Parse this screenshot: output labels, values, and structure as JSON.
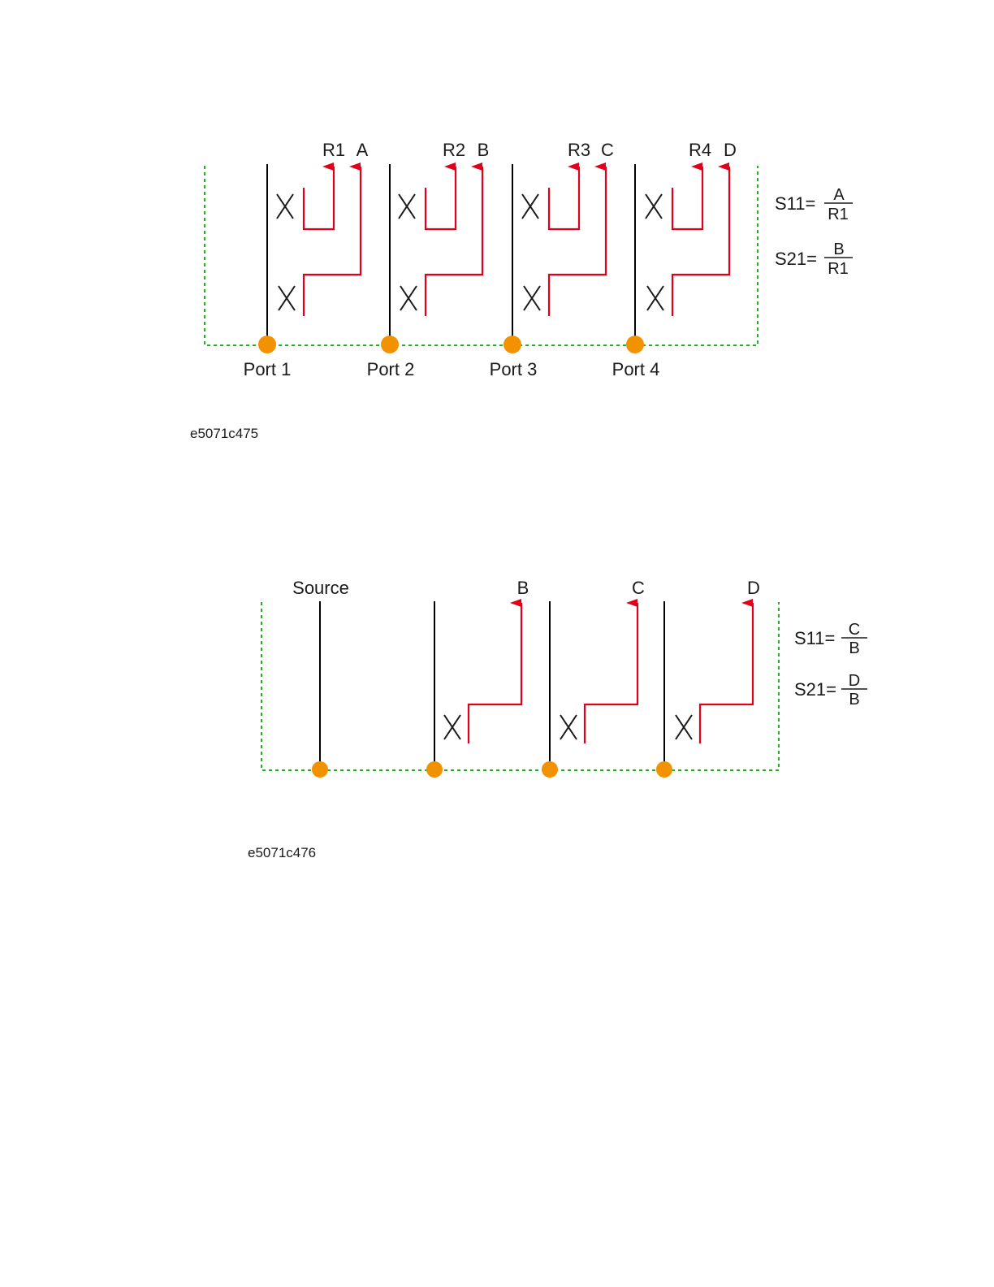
{
  "colors": {
    "frame": "#22b022",
    "signal": "#e0001b",
    "port": "#f39200",
    "line": "#000000"
  },
  "diagram1": {
    "ports": [
      {
        "label": "Port 1",
        "receivers": [
          "R1",
          "A"
        ]
      },
      {
        "label": "Port 2",
        "receivers": [
          "R2",
          "B"
        ]
      },
      {
        "label": "Port 3",
        "receivers": [
          "R3",
          "C"
        ]
      },
      {
        "label": "Port 4",
        "receivers": [
          "R4",
          "D"
        ]
      }
    ],
    "equations": [
      {
        "lhs": "S11=",
        "num": "A",
        "den": "R1"
      },
      {
        "lhs": "S21=",
        "num": "B",
        "den": "R1"
      }
    ],
    "caption": "e5071c475"
  },
  "diagram2": {
    "source_label": "Source",
    "receivers": [
      "B",
      "C",
      "D"
    ],
    "equations": [
      {
        "lhs": "S11=",
        "num": "C",
        "den": "B"
      },
      {
        "lhs": "S21=",
        "num": "D",
        "den": "B"
      }
    ],
    "caption": "e5071c476"
  }
}
